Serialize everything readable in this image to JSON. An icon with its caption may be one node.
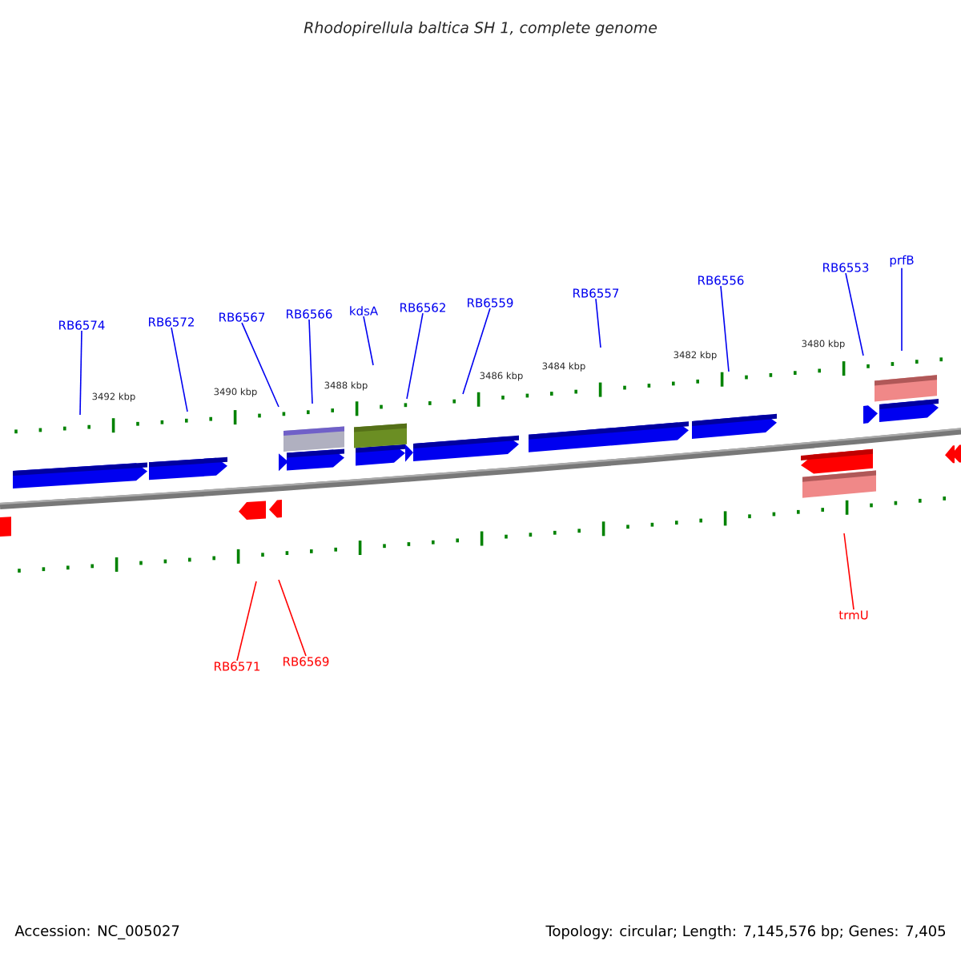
{
  "diagram": {
    "title": "Rhodopirellula baltica SH 1, complete genome",
    "nodes": [
      {
        "text": [
          "RB6574"
        ]
      },
      {
        "text": [
          "RB6572"
        ]
      },
      {
        "text": [
          "RB6567"
        ]
      },
      {
        "text": [
          "RB6566"
        ]
      },
      {
        "text": [
          "kdsA"
        ]
      },
      {
        "text": [
          "RB6562"
        ]
      },
      {
        "text": [
          "RB6559"
        ]
      },
      {
        "text": [
          "RB6557"
        ]
      },
      {
        "text": [
          "RB6556"
        ]
      },
      {
        "text": [
          "RB6553"
        ]
      },
      {
        "text": [
          "prfB"
        ]
      },
      {
        "text": [
          "RB6571"
        ]
      },
      {
        "text": [
          "RB6569"
        ]
      },
      {
        "text": [
          "trmU"
        ]
      }
    ],
    "edges": [
      {
        "from": 0,
        "to": null,
        "arrow": "none"
      },
      {
        "from": 1,
        "to": null,
        "arrow": "none"
      },
      {
        "from": 2,
        "to": null,
        "arrow": "none"
      },
      {
        "from": 3,
        "to": null,
        "arrow": "none"
      },
      {
        "from": 4,
        "to": null,
        "arrow": "none"
      },
      {
        "from": 5,
        "to": null,
        "arrow": "none"
      },
      {
        "from": 6,
        "to": null,
        "arrow": "none"
      },
      {
        "from": 7,
        "to": null,
        "arrow": "none"
      },
      {
        "from": 8,
        "to": null,
        "arrow": "none"
      },
      {
        "from": 9,
        "to": null,
        "arrow": "none"
      },
      {
        "from": 10,
        "to": null,
        "arrow": "none"
      },
      {
        "from": 11,
        "to": null,
        "arrow": "none",
        "color": "#ff0000"
      },
      {
        "from": 12,
        "to": null,
        "arrow": "none",
        "color": "#ff0000"
      },
      {
        "from": 13,
        "to": null,
        "arrow": "none",
        "color": "#ff0000"
      }
    ],
    "labels": [
      "3492 kbp",
      "3490 kbp",
      "3488 kbp",
      "3486 kbp",
      "3484 kbp",
      "3482 kbp",
      "3480 kbp",
      "Accession: NC_005027",
      "Topology: circular; Length: 7,145,576 bp; Genes: 7,405"
    ]
  }
}
